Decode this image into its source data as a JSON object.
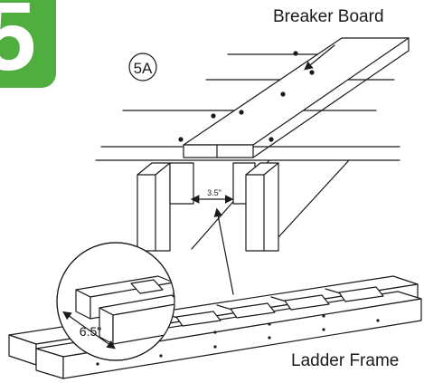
{
  "step_number": "5",
  "sub_step": "5A",
  "labels": {
    "breaker_board": "Breaker Board",
    "ladder_frame": "Ladder Frame",
    "gap_dimension": "3.5\"",
    "width_dimension": "6.5\""
  },
  "colors": {
    "badge_green": "#4fae3d",
    "line": "#1a1a1a"
  }
}
